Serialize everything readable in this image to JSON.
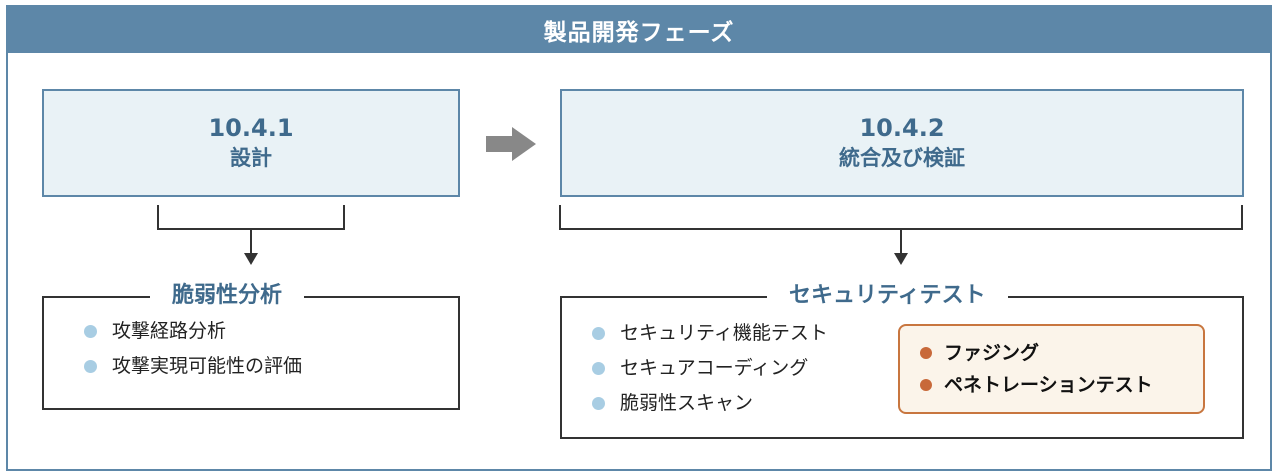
{
  "header": {
    "title": "製品開発フェーズ"
  },
  "phases": [
    {
      "number": "10.4.1",
      "name": "設計"
    },
    {
      "number": "10.4.2",
      "name": "統合及び検証"
    }
  ],
  "results": [
    {
      "title": "脆弱性分析",
      "items": [
        "攻撃経路分析",
        "攻撃実現可能性の評価"
      ]
    },
    {
      "title": "セキュリティテスト",
      "items": [
        "セキュリティ機能テスト",
        "セキュアコーディング",
        "脆弱性スキャン"
      ],
      "highlight_items": [
        "ファジング",
        "ペネトレーションテスト"
      ]
    }
  ],
  "colors": {
    "primary": "#5d87a8",
    "phase_fill": "#e9f2f6",
    "title_text": "#3f6a8c",
    "bullet": "#a8cde3",
    "highlight_border": "#c8763f",
    "highlight_fill": "#fbf4ea",
    "highlight_bullet": "#c8693a",
    "arrow": "#888888"
  }
}
